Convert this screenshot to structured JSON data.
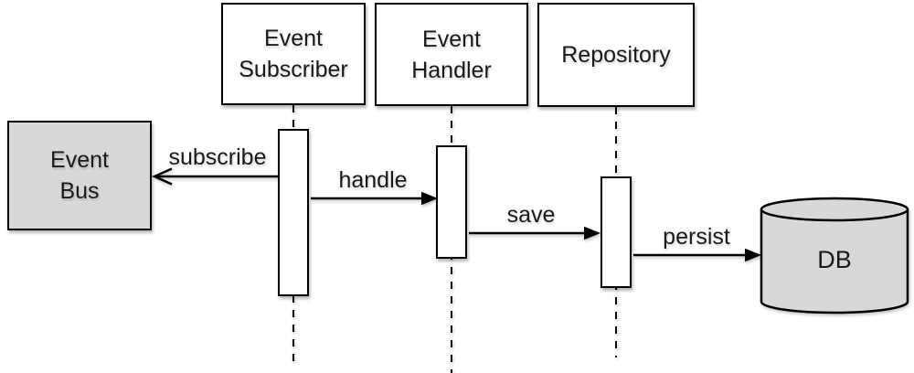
{
  "diagram": {
    "type": "uml-sequence",
    "participants": [
      {
        "name": "Event Subscriber",
        "label": "Event\nSubscriber"
      },
      {
        "name": "Event Handler",
        "label": "Event\nHandler"
      },
      {
        "name": "Repository",
        "label": "Repository"
      }
    ],
    "external_nodes": [
      {
        "name": "Event Bus",
        "label": "Event\nBus",
        "shape": "rectangle"
      },
      {
        "name": "DB",
        "label": "DB",
        "shape": "database-cylinder"
      }
    ],
    "messages": [
      {
        "label": "subscribe",
        "from": "Event Subscriber",
        "to": "Event Bus",
        "arrowhead": "open",
        "direction": "left"
      },
      {
        "label": "handle",
        "from": "Event Subscriber",
        "to": "Event Handler",
        "arrowhead": "filled",
        "direction": "right"
      },
      {
        "label": "save",
        "from": "Event Handler",
        "to": "Repository",
        "arrowhead": "filled",
        "direction": "right"
      },
      {
        "label": "persist",
        "from": "Repository",
        "to": "DB",
        "arrowhead": "filled",
        "direction": "right"
      }
    ],
    "colors": {
      "stroke": "#000000",
      "participant_fill": "#ffffff",
      "external_fill": "#d8d8d8",
      "text": "#1a1a1a",
      "background": "#ffffff"
    }
  }
}
